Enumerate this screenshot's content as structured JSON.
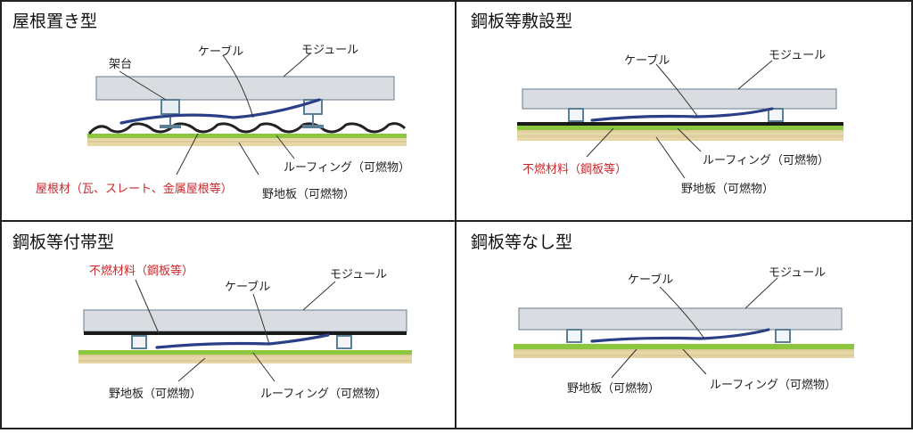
{
  "panels": {
    "p1": {
      "title": "屋根置き型",
      "label_mount": "架台",
      "label_cable": "ケーブル",
      "label_module": "モジュール",
      "label_roofing_material": "屋根材（瓦、スレート、金属屋根等）",
      "label_roofing": "ルーフィング（可燃物）",
      "label_sheathing": "野地板（可燃物）"
    },
    "p2": {
      "title": "鋼板等敷設型",
      "label_cable": "ケーブル",
      "label_module": "モジュール",
      "label_noncombustible": "不燃材料（鋼板等）",
      "label_roofing": "ルーフィング（可燃物）",
      "label_sheathing": "野地板（可燃物）"
    },
    "p3": {
      "title": "鋼板等付帯型",
      "label_noncombustible": "不燃材料（鋼板等）",
      "label_cable": "ケーブル",
      "label_module": "モジュール",
      "label_sheathing": "野地板（可燃物）",
      "label_roofing": "ルーフィング（可燃物）"
    },
    "p4": {
      "title": "鋼板等なし型",
      "label_cable": "ケーブル",
      "label_module": "モジュール",
      "label_sheathing": "野地板（可燃物）",
      "label_roofing": "ルーフィング（可燃物）"
    }
  },
  "colors": {
    "module_fill": "#d9dde2",
    "cable": "#2a3f86",
    "roofing_green": "#8cc63f",
    "sheathing_wood": "#e6d6a8",
    "label_red": "#c8282d"
  }
}
